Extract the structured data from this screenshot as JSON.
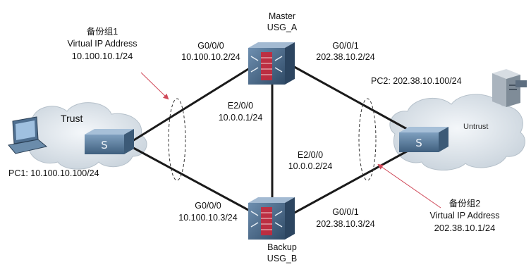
{
  "master": {
    "role": "Master",
    "name": "USG_A"
  },
  "backup": {
    "role": "Backup",
    "name": "USG_B"
  },
  "group1": {
    "title": "备份组1",
    "subtitle": "Virtual IP Address",
    "vip": "10.100.10.1/24"
  },
  "group2": {
    "title": "备份组2",
    "subtitle": "Virtual IP Address",
    "vip": "202.38.10.1/24"
  },
  "interfaces": {
    "master_g000": {
      "port": "G0/0/0",
      "ip": "10.100.10.2/24"
    },
    "master_g001": {
      "port": "G0/0/1",
      "ip": "202.38.10.2/24"
    },
    "master_e200": {
      "port": "E2/0/0",
      "ip": "10.0.0.1/24"
    },
    "backup_e200": {
      "port": "E2/0/0",
      "ip": "10.0.0.2/24"
    },
    "backup_g000": {
      "port": "G0/0/0",
      "ip": "10.100.10.3/24"
    },
    "backup_g001": {
      "port": "G0/0/1",
      "ip": "202.38.10.3/24"
    }
  },
  "zones": {
    "trust": "Trust",
    "untrust": "Untrust"
  },
  "hosts": {
    "pc1": "PC1: 10.100.10.100/24",
    "pc2": "PC2: 202.38.10.100/24"
  },
  "colors": {
    "line": "#1a1a1a",
    "firewall": "#4a6b8a",
    "firewall_stripe": "#c8283a",
    "switch": "#5a7c9a",
    "cloud": "#dfe6ec",
    "arrow": "#d04858"
  }
}
